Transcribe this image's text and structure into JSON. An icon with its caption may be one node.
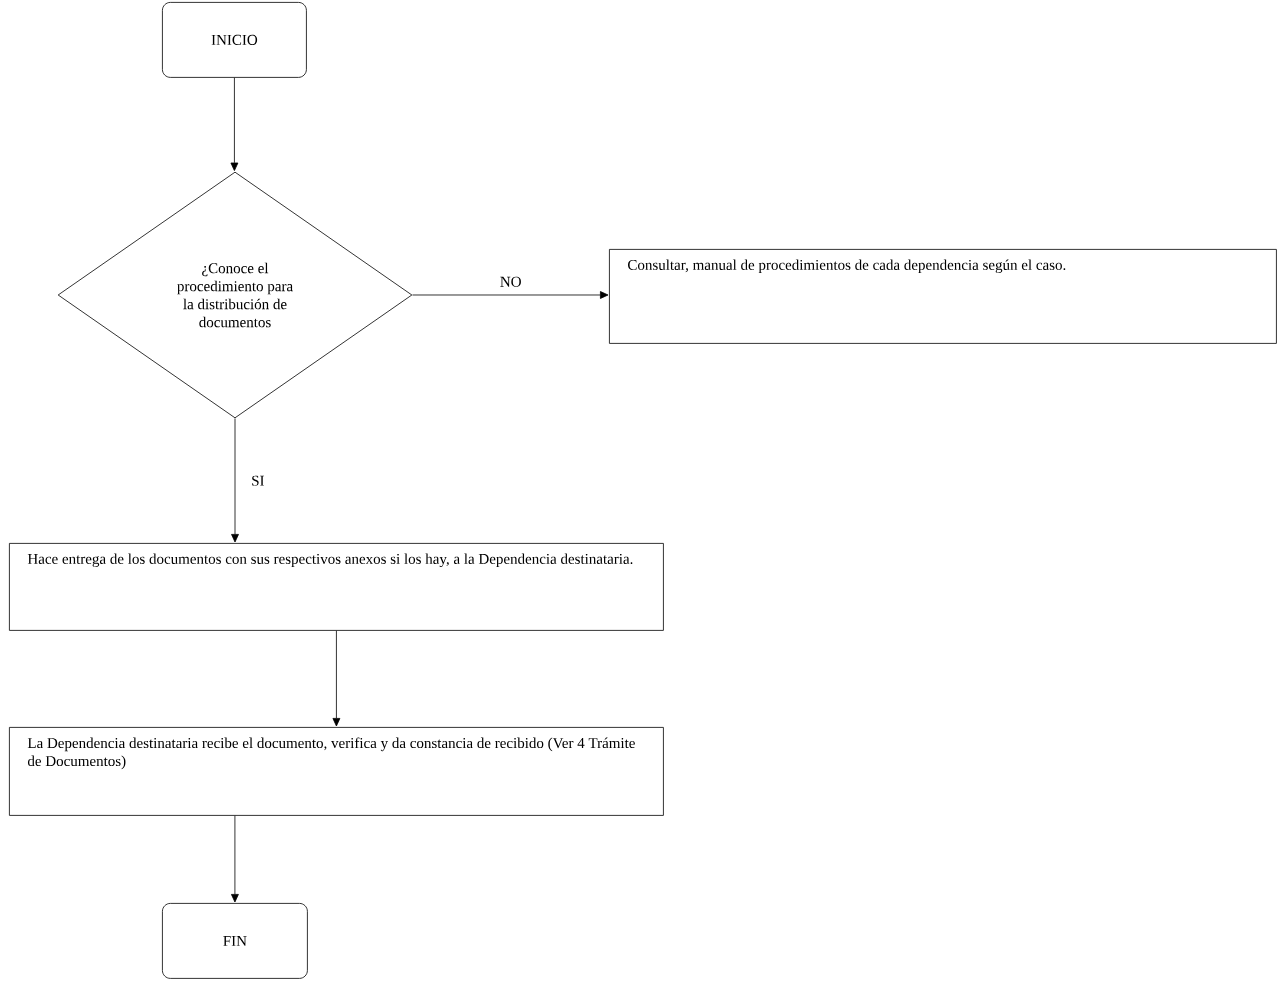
{
  "diagram": {
    "nodes": [
      {
        "text": [
          "INICIO"
        ]
      },
      {
        "text": [
          "¿Conoce el procedimiento para la distribución de documentos"
        ]
      },
      {
        "text": [
          "Consultar, manual de procedimientos de cada dependencia según el caso."
        ]
      },
      {
        "text": [
          "Hace entrega de los documentos con sus respectivos anexos si los hay, a la Dependencia destinataria."
        ]
      },
      {
        "text": [
          "La Dependencia destinataria recibe el documento, verifica y da constancia de recibido (Ver  4 Trámite de Documentos)"
        ]
      },
      {
        "text": [
          "FIN"
        ]
      }
    ],
    "edges": [
      {
        "from": 0,
        "to": 1,
        "arrow": "to"
      },
      {
        "from": 1,
        "to": 2,
        "arrow": "to",
        "label": "NO"
      },
      {
        "from": 1,
        "to": 3,
        "arrow": "to",
        "label": "SI"
      },
      {
        "from": 3,
        "to": 4,
        "arrow": "to"
      },
      {
        "from": 4,
        "to": 5,
        "arrow": "to"
      }
    ]
  }
}
